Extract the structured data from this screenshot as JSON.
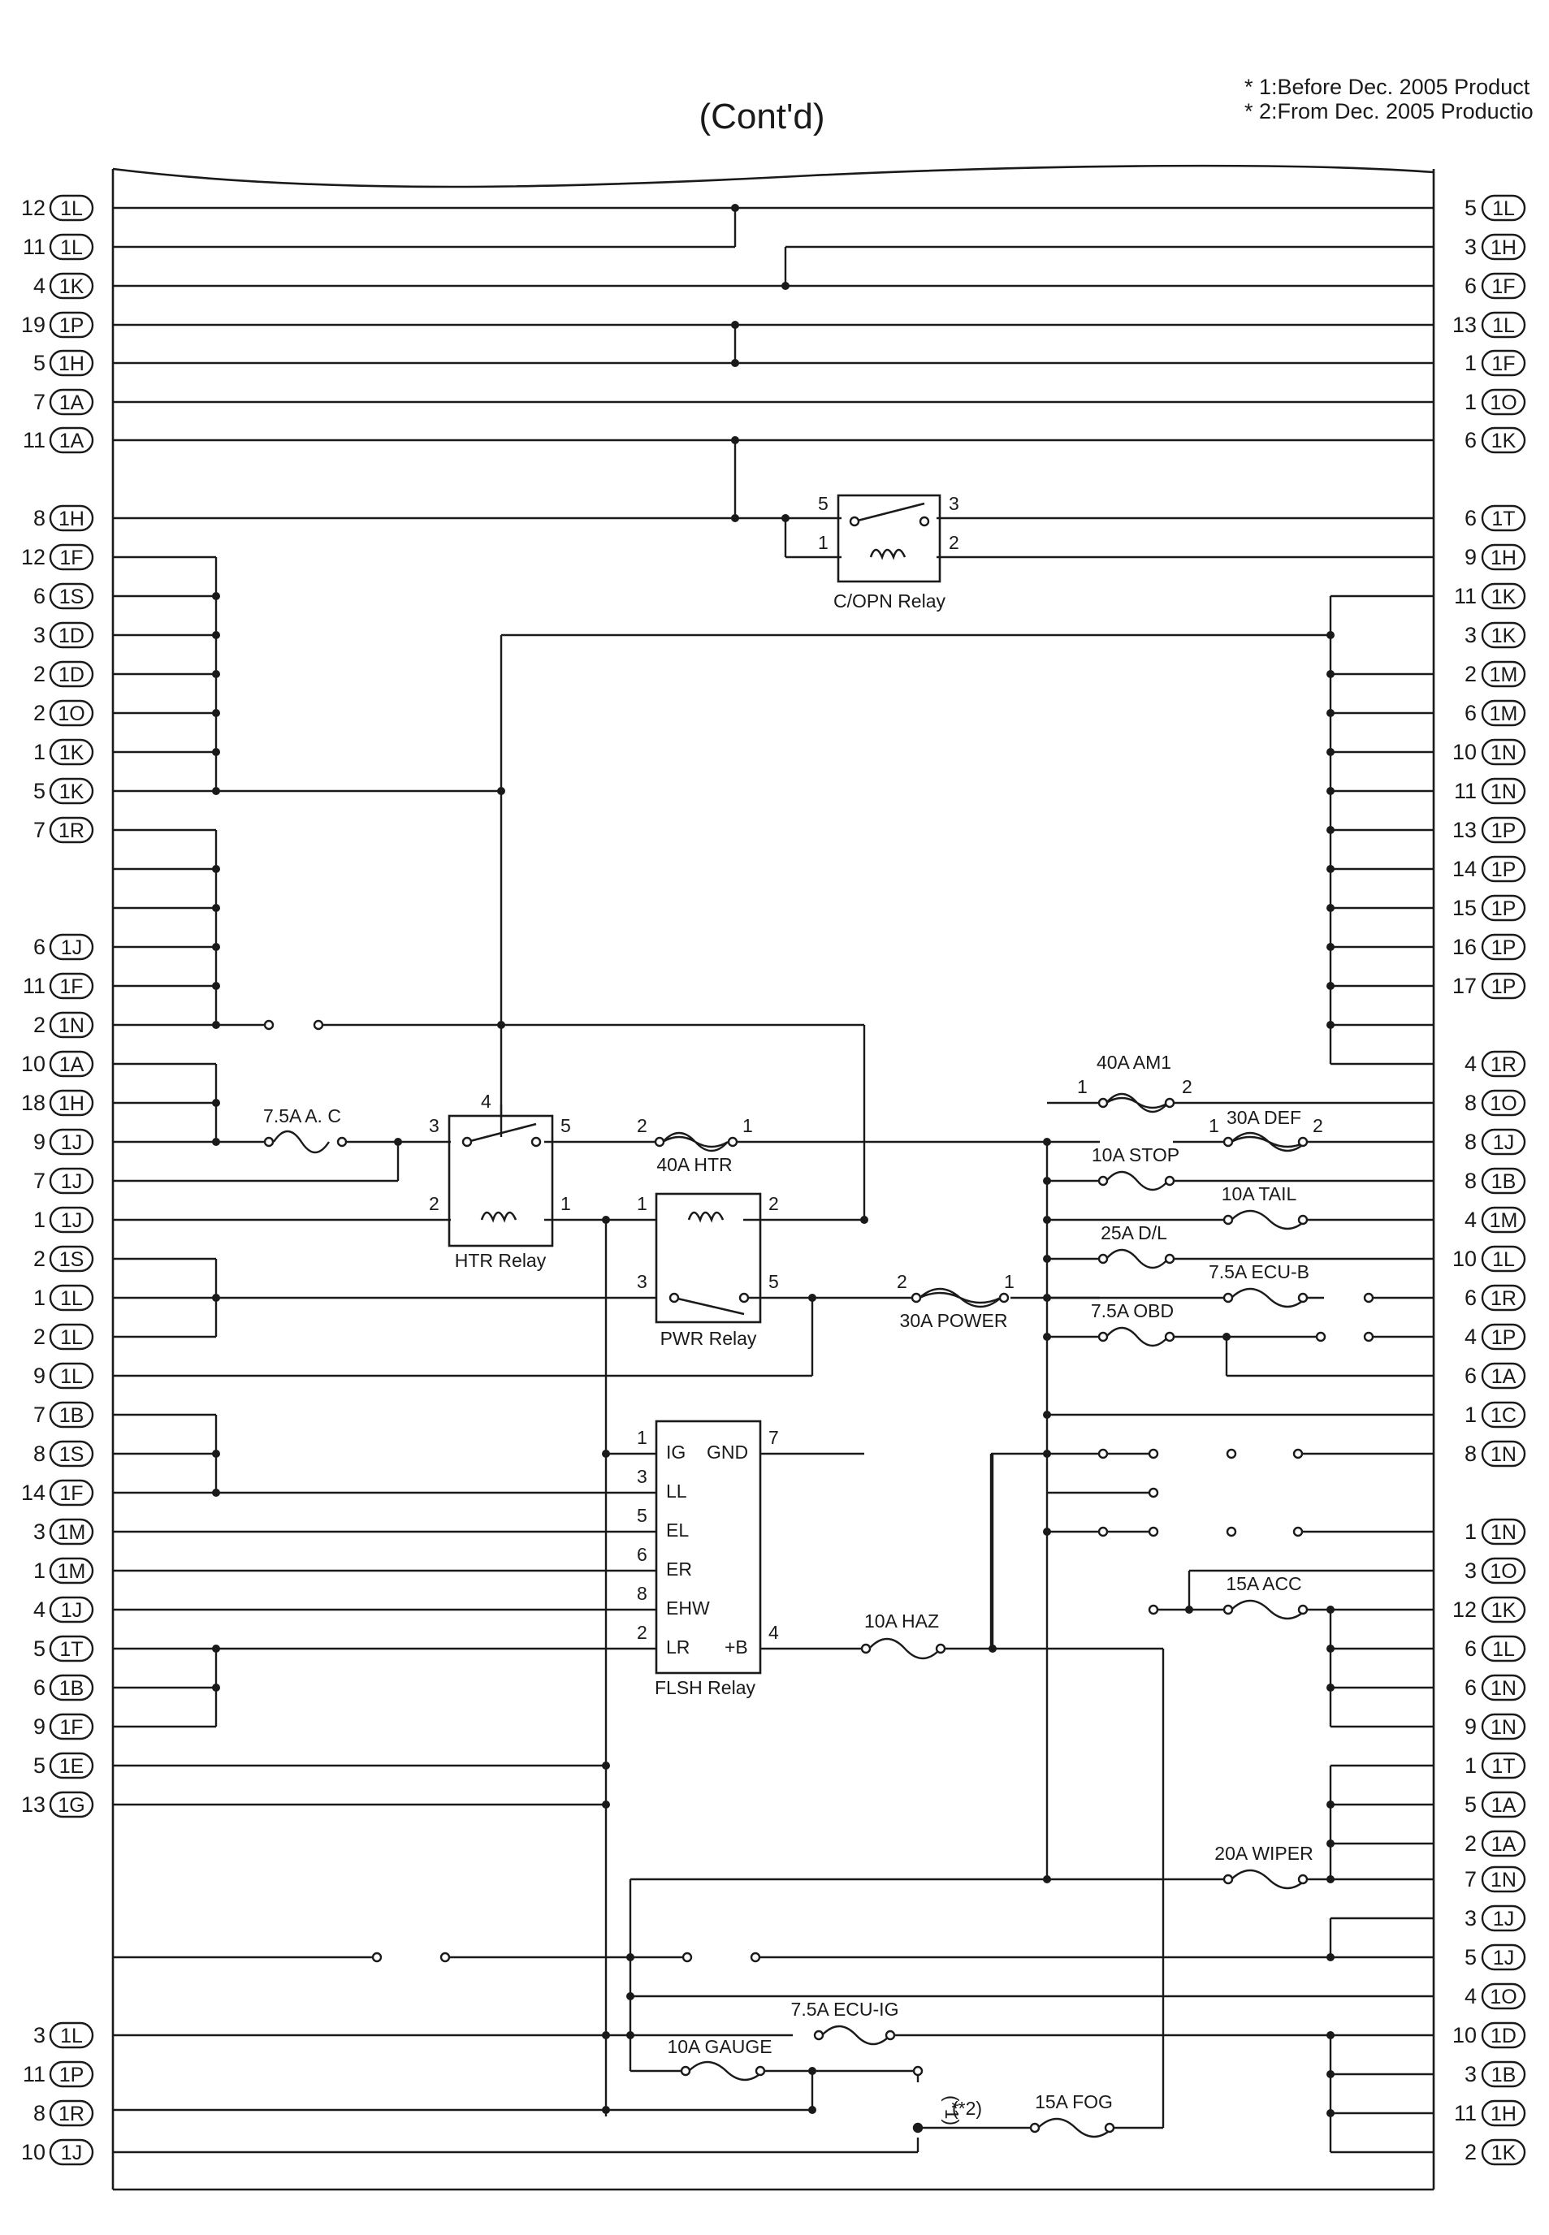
{
  "header": {
    "title": "(Cont'd)",
    "notes": [
      "* 1:Before Dec. 2005 Product",
      "* 2:From Dec. 2005 Productio"
    ]
  },
  "left_pins": [
    {
      "pin": "12",
      "conn": "1L"
    },
    {
      "pin": "11",
      "conn": "1L"
    },
    {
      "pin": "4",
      "conn": "1K"
    },
    {
      "pin": "19",
      "conn": "1P"
    },
    {
      "pin": "5",
      "conn": "1H"
    },
    {
      "pin": "7",
      "conn": "1A"
    },
    {
      "pin": "11",
      "conn": "1A"
    },
    {
      "pin": "8",
      "conn": "1H"
    },
    {
      "pin": "12",
      "conn": "1F"
    },
    {
      "pin": "6",
      "conn": "1S"
    },
    {
      "pin": "3",
      "conn": "1D"
    },
    {
      "pin": "2",
      "conn": "1D"
    },
    {
      "pin": "2",
      "conn": "1O"
    },
    {
      "pin": "1",
      "conn": "1K"
    },
    {
      "pin": "5",
      "conn": "1K"
    },
    {
      "pin": "7",
      "conn": "1R"
    },
    {
      "pin": "6",
      "conn": "1J"
    },
    {
      "pin": "11",
      "conn": "1F"
    },
    {
      "pin": "2",
      "conn": "1N"
    },
    {
      "pin": "10",
      "conn": "1A"
    },
    {
      "pin": "18",
      "conn": "1H"
    },
    {
      "pin": "9",
      "conn": "1J"
    },
    {
      "pin": "7",
      "conn": "1J"
    },
    {
      "pin": "1",
      "conn": "1J"
    },
    {
      "pin": "2",
      "conn": "1S"
    },
    {
      "pin": "1",
      "conn": "1L"
    },
    {
      "pin": "2",
      "conn": "1L"
    },
    {
      "pin": "9",
      "conn": "1L"
    },
    {
      "pin": "7",
      "conn": "1B"
    },
    {
      "pin": "8",
      "conn": "1S"
    },
    {
      "pin": "14",
      "conn": "1F"
    },
    {
      "pin": "3",
      "conn": "1M"
    },
    {
      "pin": "1",
      "conn": "1M"
    },
    {
      "pin": "4",
      "conn": "1J"
    },
    {
      "pin": "5",
      "conn": "1T"
    },
    {
      "pin": "6",
      "conn": "1B"
    },
    {
      "pin": "9",
      "conn": "1F"
    },
    {
      "pin": "5",
      "conn": "1E"
    },
    {
      "pin": "13",
      "conn": "1G"
    },
    {
      "pin": "3",
      "conn": "1L"
    },
    {
      "pin": "11",
      "conn": "1P"
    },
    {
      "pin": "8",
      "conn": "1R"
    },
    {
      "pin": "10",
      "conn": "1J"
    }
  ],
  "right_pins": [
    {
      "pin": "5",
      "conn": "1L"
    },
    {
      "pin": "3",
      "conn": "1H"
    },
    {
      "pin": "6",
      "conn": "1F"
    },
    {
      "pin": "13",
      "conn": "1L"
    },
    {
      "pin": "1",
      "conn": "1F"
    },
    {
      "pin": "1",
      "conn": "1O"
    },
    {
      "pin": "6",
      "conn": "1K"
    },
    {
      "pin": "6",
      "conn": "1T"
    },
    {
      "pin": "9",
      "conn": "1H"
    },
    {
      "pin": "11",
      "conn": "1K"
    },
    {
      "pin": "3",
      "conn": "1K"
    },
    {
      "pin": "2",
      "conn": "1M"
    },
    {
      "pin": "6",
      "conn": "1M"
    },
    {
      "pin": "10",
      "conn": "1N"
    },
    {
      "pin": "11",
      "conn": "1N"
    },
    {
      "pin": "13",
      "conn": "1P"
    },
    {
      "pin": "14",
      "conn": "1P"
    },
    {
      "pin": "15",
      "conn": "1P"
    },
    {
      "pin": "16",
      "conn": "1P"
    },
    {
      "pin": "17",
      "conn": "1P"
    },
    {
      "pin": "4",
      "conn": "1R"
    },
    {
      "pin": "8",
      "conn": "1O"
    },
    {
      "pin": "8",
      "conn": "1J"
    },
    {
      "pin": "8",
      "conn": "1B"
    },
    {
      "pin": "4",
      "conn": "1M"
    },
    {
      "pin": "10",
      "conn": "1L"
    },
    {
      "pin": "6",
      "conn": "1R"
    },
    {
      "pin": "4",
      "conn": "1P"
    },
    {
      "pin": "6",
      "conn": "1A"
    },
    {
      "pin": "1",
      "conn": "1C"
    },
    {
      "pin": "8",
      "conn": "1N"
    },
    {
      "pin": "1",
      "conn": "1N"
    },
    {
      "pin": "3",
      "conn": "1O"
    },
    {
      "pin": "12",
      "conn": "1K"
    },
    {
      "pin": "6",
      "conn": "1L"
    },
    {
      "pin": "6",
      "conn": "1N"
    },
    {
      "pin": "9",
      "conn": "1N"
    },
    {
      "pin": "1",
      "conn": "1T"
    },
    {
      "pin": "5",
      "conn": "1A"
    },
    {
      "pin": "2",
      "conn": "1A"
    },
    {
      "pin": "7",
      "conn": "1N"
    },
    {
      "pin": "3",
      "conn": "1J"
    },
    {
      "pin": "5",
      "conn": "1J"
    },
    {
      "pin": "4",
      "conn": "1O"
    },
    {
      "pin": "10",
      "conn": "1D"
    },
    {
      "pin": "3",
      "conn": "1B"
    },
    {
      "pin": "11",
      "conn": "1H"
    },
    {
      "pin": "2",
      "conn": "1K"
    }
  ],
  "relays": {
    "copn": {
      "name": "C/OPN Relay",
      "pins": [
        "5",
        "3",
        "1",
        "2"
      ]
    },
    "htr": {
      "name": "HTR Relay",
      "pins": [
        "4",
        "3",
        "5",
        "2",
        "1"
      ]
    },
    "pwr": {
      "name": "PWR Relay",
      "pins": [
        "1",
        "2",
        "3",
        "5"
      ]
    },
    "flsh": {
      "name": "FLSH Relay",
      "pins": [
        "1",
        "3",
        "5",
        "6",
        "8",
        "2",
        "7",
        "4"
      ],
      "terminals": [
        "IG",
        "GND",
        "LL",
        "EL",
        "ER",
        "EHW",
        "LR",
        "+B"
      ]
    }
  },
  "fuses": {
    "ac": "7.5A A. C",
    "htr": "40A HTR",
    "am1": "40A AM1",
    "def": "30A DEF",
    "stop": "10A STOP",
    "tail": "10A TAIL",
    "dl": "25A D/L",
    "ecub": "7.5A ECU-B",
    "obd": "7.5A OBD",
    "power": "30A POWER",
    "haz": "10A HAZ",
    "acc": "15A ACC",
    "wiper": "20A WIPER",
    "ecuig": "7.5A ECU-IG",
    "gauge": "10A GAUGE",
    "fog": "15A FOG"
  },
  "fuse_pins": {
    "one": "1",
    "two": "2"
  },
  "variant_labels": {
    "v1": "(*1)",
    "v2": "(*2)"
  }
}
